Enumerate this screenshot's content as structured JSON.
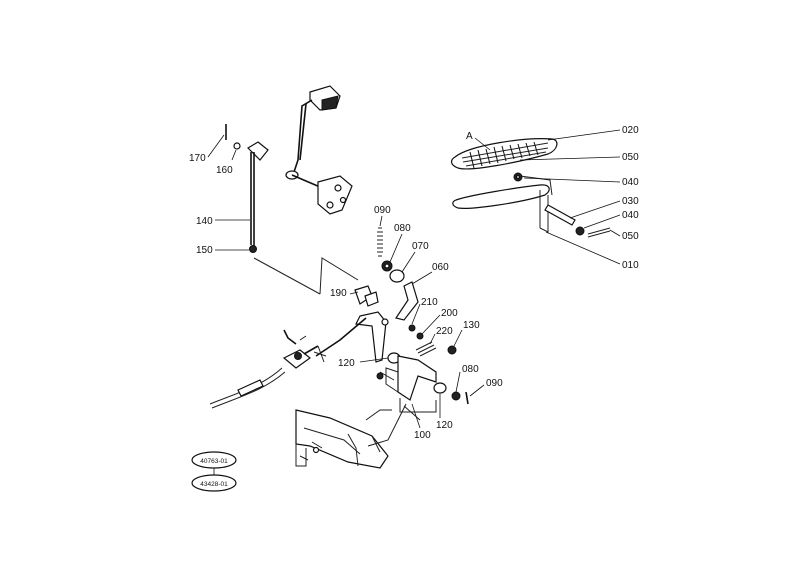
{
  "callouts": [
    {
      "id": "A",
      "label": "A"
    },
    {
      "id": "020",
      "label": "020"
    },
    {
      "id": "050a",
      "label": "050"
    },
    {
      "id": "040a",
      "label": "040"
    },
    {
      "id": "030",
      "label": "030"
    },
    {
      "id": "040b",
      "label": "040"
    },
    {
      "id": "050b",
      "label": "050"
    },
    {
      "id": "010",
      "label": "010"
    },
    {
      "id": "170",
      "label": "170"
    },
    {
      "id": "160",
      "label": "160"
    },
    {
      "id": "140",
      "label": "140"
    },
    {
      "id": "150",
      "label": "150"
    },
    {
      "id": "090a",
      "label": "090"
    },
    {
      "id": "080a",
      "label": "080"
    },
    {
      "id": "070",
      "label": "070"
    },
    {
      "id": "060",
      "label": "060"
    },
    {
      "id": "190",
      "label": "190"
    },
    {
      "id": "210",
      "label": "210"
    },
    {
      "id": "200",
      "label": "200"
    },
    {
      "id": "220",
      "label": "220"
    },
    {
      "id": "130",
      "label": "130"
    },
    {
      "id": "120a",
      "label": "120"
    },
    {
      "id": "080b",
      "label": "080"
    },
    {
      "id": "090b",
      "label": "090"
    },
    {
      "id": "120b",
      "label": "120"
    },
    {
      "id": "100",
      "label": "100"
    }
  ],
  "references": [
    {
      "label": "40763-01"
    },
    {
      "label": "43428-01"
    }
  ]
}
